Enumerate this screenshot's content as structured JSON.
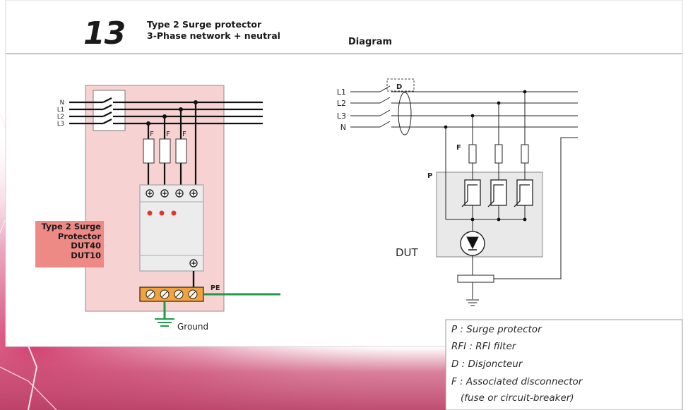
{
  "header": {
    "number": "13",
    "title_line1": "Type 2 Surge protector",
    "title_line2": "3-Phase network + neutral",
    "section": "Diagram"
  },
  "left_diagram": {
    "phase_labels": [
      "N",
      "L1",
      "L2",
      "L3"
    ],
    "fuse_labels": [
      "F",
      "F",
      "F"
    ],
    "protector_label_lines": [
      "Type 2 Surge",
      "Protector",
      "DUT40",
      "DUT10"
    ],
    "pe_label": "PE",
    "ground_label": "Ground",
    "colors": {
      "panel": "#f6d3d2",
      "label_box": "#ee8a86",
      "terminal_block": "#f2a23c",
      "indicator_dots": "#e8352a",
      "pe_wire": "#1f9a4a"
    }
  },
  "right_diagram": {
    "phase_labels": [
      "L1",
      "L2",
      "L3",
      "N"
    ],
    "breaker_label": "D",
    "fuse_label": "F",
    "protector_label": "P",
    "device_label": "DUT"
  },
  "legend": {
    "items": [
      "P : Surge protector",
      "RFI : RFI filter",
      "D : Disjoncteur",
      "F : Associated disconnector",
      "(fuse or circuit-breaker)"
    ]
  }
}
